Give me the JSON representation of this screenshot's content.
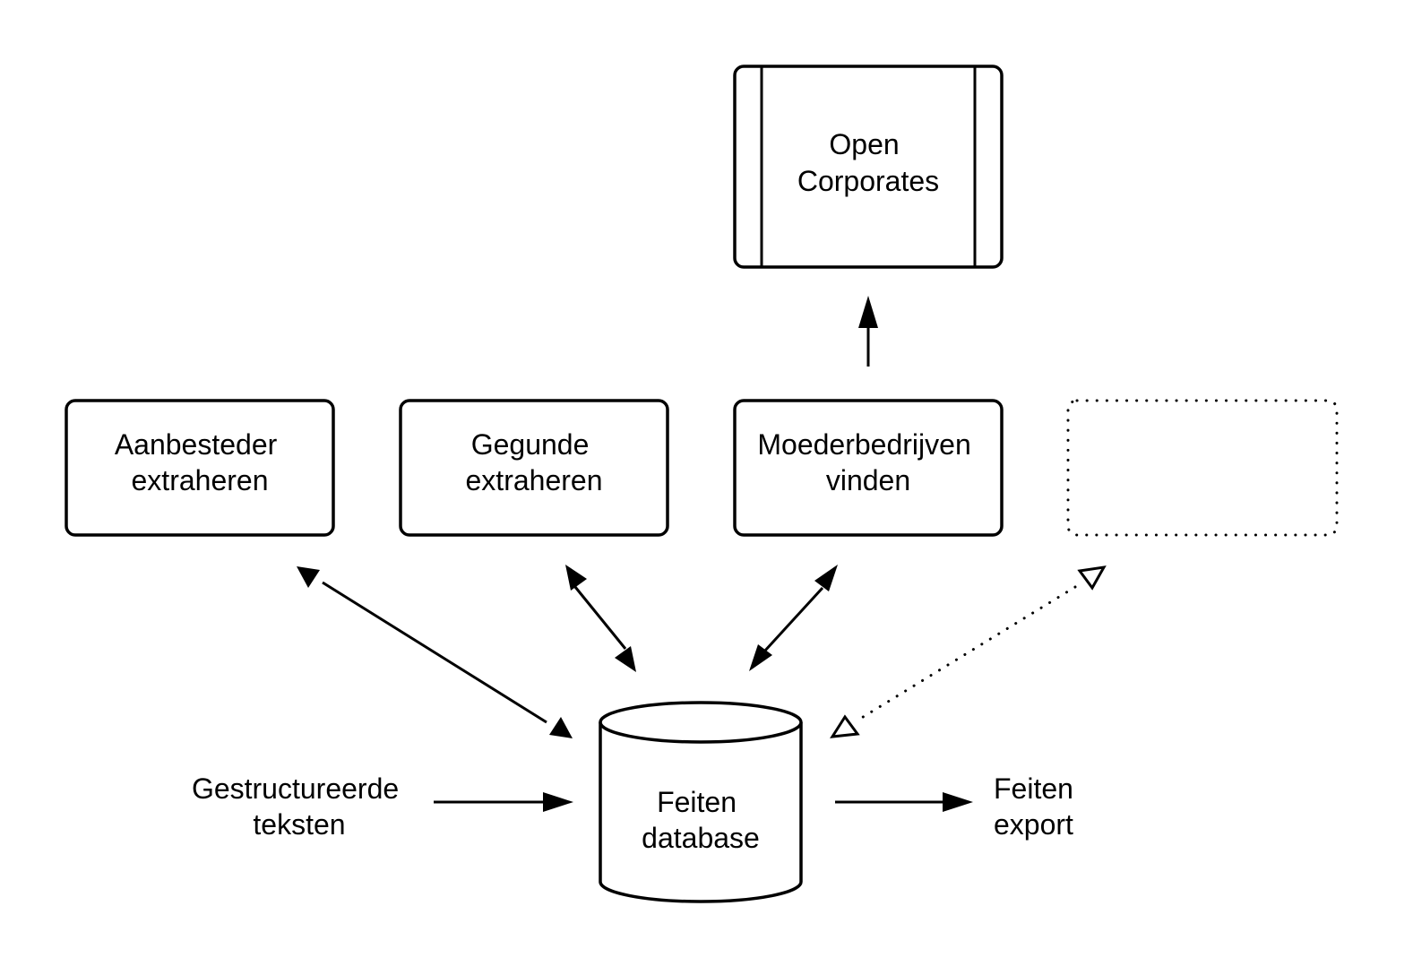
{
  "diagram": {
    "colors": {
      "stroke": "#000000",
      "background": "#ffffff"
    },
    "nodes": {
      "open_corporates": {
        "shape": "external-system",
        "lines": [
          "Open",
          "Corporates"
        ]
      },
      "aanbesteder": {
        "shape": "process",
        "lines": [
          "Aanbesteder",
          "extraheren"
        ]
      },
      "gegunde": {
        "shape": "process",
        "lines": [
          "Gegunde",
          "extraheren"
        ]
      },
      "moederbedrijven": {
        "shape": "process",
        "lines": [
          "Moederbedrijven",
          "vinden"
        ]
      },
      "placeholder": {
        "shape": "dotted-process",
        "lines": []
      },
      "database": {
        "shape": "cylinder",
        "lines": [
          "Feiten",
          "database"
        ]
      }
    },
    "labels": {
      "input": {
        "lines": [
          "Gestructureerde",
          "teksten"
        ]
      },
      "output": {
        "lines": [
          "Feiten",
          "export"
        ]
      }
    },
    "edges": [
      {
        "from": "moederbedrijven",
        "to": "open_corporates",
        "style": "solid",
        "direction": "forward"
      },
      {
        "from": "aanbesteder",
        "to": "database",
        "style": "solid",
        "direction": "both"
      },
      {
        "from": "gegunde",
        "to": "database",
        "style": "solid",
        "direction": "both"
      },
      {
        "from": "moederbedrijven",
        "to": "database",
        "style": "solid",
        "direction": "both"
      },
      {
        "from": "placeholder",
        "to": "database",
        "style": "dotted",
        "direction": "both",
        "arrowhead": "open"
      },
      {
        "from": "input",
        "to": "database",
        "style": "solid",
        "direction": "forward"
      },
      {
        "from": "database",
        "to": "output",
        "style": "solid",
        "direction": "forward"
      }
    ]
  }
}
